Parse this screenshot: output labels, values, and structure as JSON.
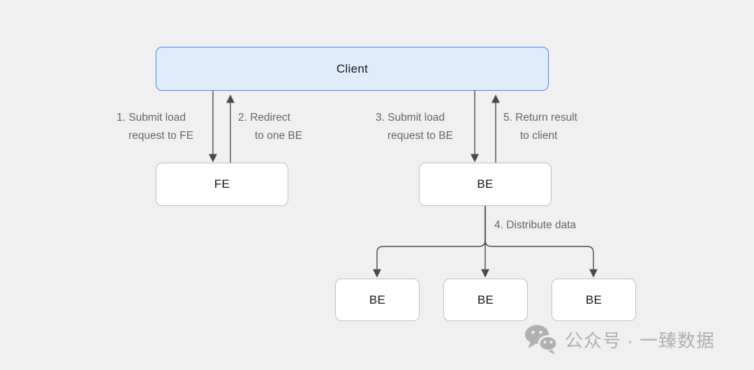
{
  "diagram": {
    "nodes": {
      "client": {
        "label": "Client"
      },
      "fe": {
        "label": "FE"
      },
      "be_coordinator": {
        "label": "BE"
      },
      "be_worker_1": {
        "label": "BE"
      },
      "be_worker_2": {
        "label": "BE"
      },
      "be_worker_3": {
        "label": "BE"
      }
    },
    "steps": {
      "step1": {
        "line1": "1. Submit load",
        "line2": "request to FE"
      },
      "step2": {
        "line1": "2. Redirect",
        "line2": "to one BE"
      },
      "step3": {
        "line1": "3. Submit load",
        "line2": "request to BE"
      },
      "step4": {
        "line1": "4. Distribute data"
      },
      "step5": {
        "line1": "5. Return result",
        "line2": "to client"
      }
    },
    "colors": {
      "background": "#f0f0f0",
      "client_fill": "#dfecfc",
      "client_border": "#4b86ec",
      "node_fill": "#ffffff",
      "node_border": "#c2c2c2",
      "arrow": "#4a4a4a",
      "label_text": "#666666",
      "node_text": "#141414",
      "watermark": "#b0b0b0"
    }
  },
  "watermark": {
    "icon": "wechat-icon",
    "text": "公众号 · 一臻数据"
  }
}
